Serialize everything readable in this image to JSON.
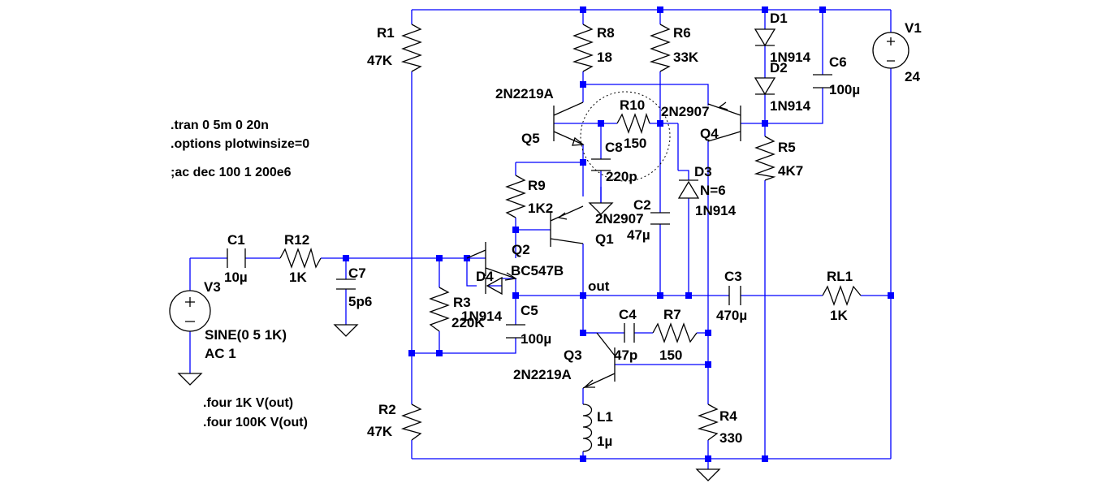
{
  "directives": [
    ".tran 0 5m 0 20n",
    ".options plotwinsize=0",
    ";ac dec 100 1 200e6",
    ".four 1K V(out)",
    ".four 100K V(out)"
  ],
  "net_labels": {
    "out": "out"
  },
  "components": {
    "R1": {
      "name": "R1",
      "value": "47K"
    },
    "R2": {
      "name": "R2",
      "value": "47K"
    },
    "R3": {
      "name": "R3",
      "value": "220K"
    },
    "R4": {
      "name": "R4",
      "value": "330"
    },
    "R5": {
      "name": "R5",
      "value": "4K7"
    },
    "R6": {
      "name": "R6",
      "value": "33K"
    },
    "R7": {
      "name": "R7",
      "value": "150"
    },
    "R8": {
      "name": "R8",
      "value": "18"
    },
    "R9": {
      "name": "R9",
      "value": "1K2"
    },
    "R10": {
      "name": "R10",
      "value": "150"
    },
    "R12": {
      "name": "R12",
      "value": "1K"
    },
    "RL1": {
      "name": "RL1",
      "value": "1K"
    },
    "C1": {
      "name": "C1",
      "value": "10µ"
    },
    "C2": {
      "name": "C2",
      "value": "47µ"
    },
    "C3": {
      "name": "C3",
      "value": "470µ"
    },
    "C4": {
      "name": "C4",
      "value": "47p"
    },
    "C5": {
      "name": "C5",
      "value": "100µ"
    },
    "C6": {
      "name": "C6",
      "value": "100µ"
    },
    "C7": {
      "name": "C7",
      "value": "5p6"
    },
    "C8": {
      "name": "C8",
      "value": "220p"
    },
    "D1": {
      "name": "D1",
      "value": "1N914"
    },
    "D2": {
      "name": "D2",
      "value": "1N914"
    },
    "D3": {
      "name": "D3",
      "value": "1N914",
      "extra": "N=6"
    },
    "D4": {
      "name": "D4",
      "value": "1N914"
    },
    "Q1": {
      "name": "Q1",
      "value": "2N2907"
    },
    "Q2": {
      "name": "Q2",
      "value": "BC547B"
    },
    "Q3": {
      "name": "Q3",
      "value": "2N2219A"
    },
    "Q4": {
      "name": "Q4",
      "value": "2N2907"
    },
    "Q5": {
      "name": "Q5",
      "value": "2N2219A"
    },
    "L1": {
      "name": "L1",
      "value": "1µ"
    },
    "V1": {
      "name": "V1",
      "value": "24"
    },
    "V3": {
      "name": "V3",
      "value": "SINE(0 5 1K)",
      "value2": "AC 1"
    }
  }
}
